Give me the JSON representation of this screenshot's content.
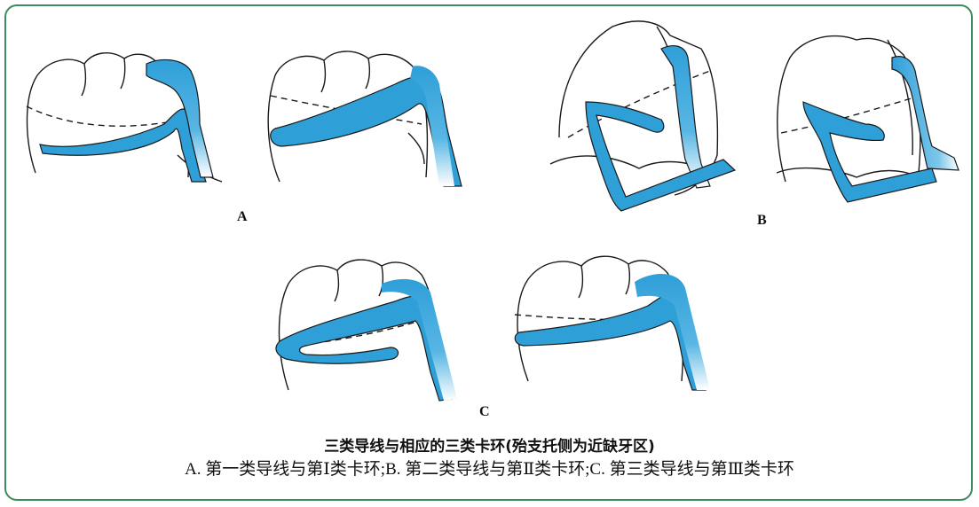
{
  "panels": {
    "a_label": "A",
    "b_label": "B",
    "c_label": "C"
  },
  "figure": {
    "title": "三类导线与相应的三类卡环(殆支托侧为近缺牙区)",
    "caption": "A. 第一类导线与第Ⅰ类卡环;B. 第二类导线与第Ⅱ类卡环;C. 第三类导线与第Ⅲ类卡环"
  },
  "colors": {
    "frame": "#3d8a5c",
    "clasp": "#2f9fd8",
    "outline": "#1a1a1a"
  }
}
